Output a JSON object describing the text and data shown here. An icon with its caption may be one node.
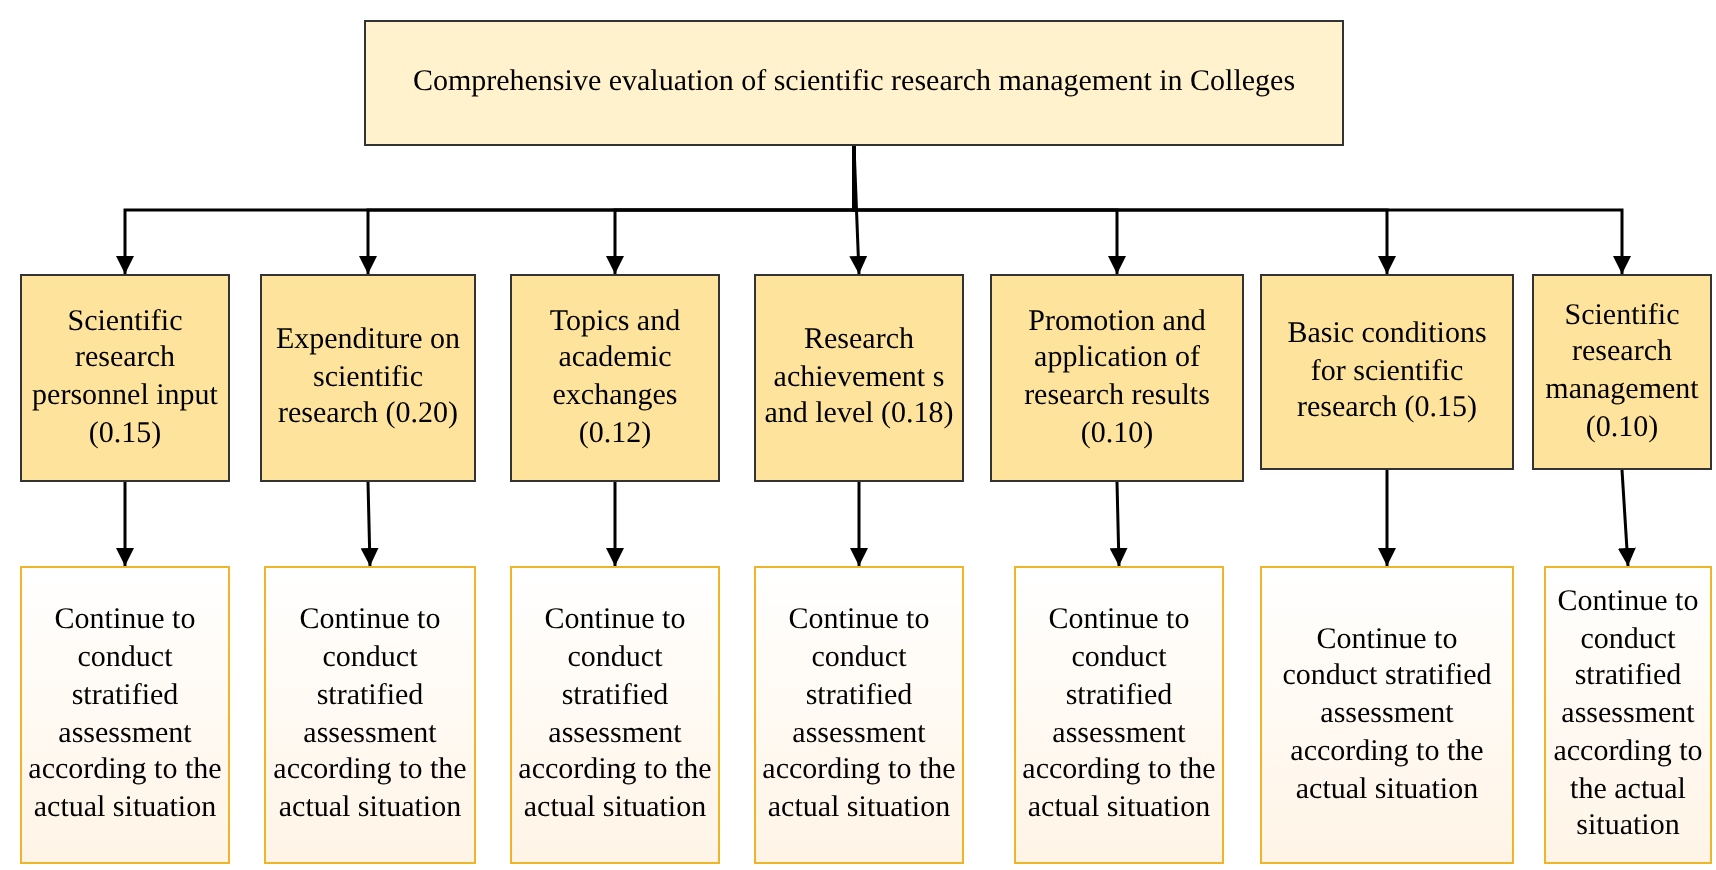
{
  "diagram": {
    "nodes": [
      {
        "text": [
          "Comprehensive evaluation of scientific research management in Colleges"
        ]
      },
      {
        "text": [
          "Scientific research personnel input (0.15)"
        ]
      },
      {
        "text": [
          "Expenditure on scientific research (0.20)"
        ]
      },
      {
        "text": [
          "Topics and academic exchanges (0.12)"
        ]
      },
      {
        "text": [
          "Research achievement s and level (0.18)"
        ]
      },
      {
        "text": [
          "Promotion and application of research results (0.10)"
        ]
      },
      {
        "text": [
          "Basic conditions for scientific research (0.15)"
        ]
      },
      {
        "text": [
          "Scientific research management (0.10)"
        ]
      },
      {
        "text": [
          "Continue to conduct stratified assessment according to the actual situation"
        ]
      },
      {
        "text": [
          "Continue to conduct stratified assessment according to the actual situation"
        ]
      },
      {
        "text": [
          "Continue to conduct stratified assessment according to the actual situation"
        ]
      },
      {
        "text": [
          "Continue to conduct stratified assessment according to the actual situation"
        ]
      },
      {
        "text": [
          "Continue to conduct stratified assessment according to the actual situation"
        ]
      },
      {
        "text": [
          "Continue to conduct stratified assessment according to the actual situation"
        ]
      },
      {
        "text": [
          "Continue to conduct stratified assessment according to the actual situation"
        ]
      }
    ],
    "edges": [
      {
        "from": 0,
        "to": 1,
        "arrow": "to"
      },
      {
        "from": 0,
        "to": 2,
        "arrow": "to"
      },
      {
        "from": 0,
        "to": 3,
        "arrow": "to"
      },
      {
        "from": 0,
        "to": 4,
        "arrow": "to"
      },
      {
        "from": 0,
        "to": 5,
        "arrow": "to"
      },
      {
        "from": 0,
        "to": 6,
        "arrow": "to"
      },
      {
        "from": 0,
        "to": 7,
        "arrow": "to"
      },
      {
        "from": 1,
        "to": 8,
        "arrow": "to"
      },
      {
        "from": 2,
        "to": 9,
        "arrow": "to"
      },
      {
        "from": 3,
        "to": 10,
        "arrow": "to"
      },
      {
        "from": 4,
        "to": 11,
        "arrow": "to"
      },
      {
        "from": 5,
        "to": 12,
        "arrow": "to"
      },
      {
        "from": 6,
        "to": 13,
        "arrow": "to"
      },
      {
        "from": 7,
        "to": 14,
        "arrow": "to"
      }
    ]
  }
}
